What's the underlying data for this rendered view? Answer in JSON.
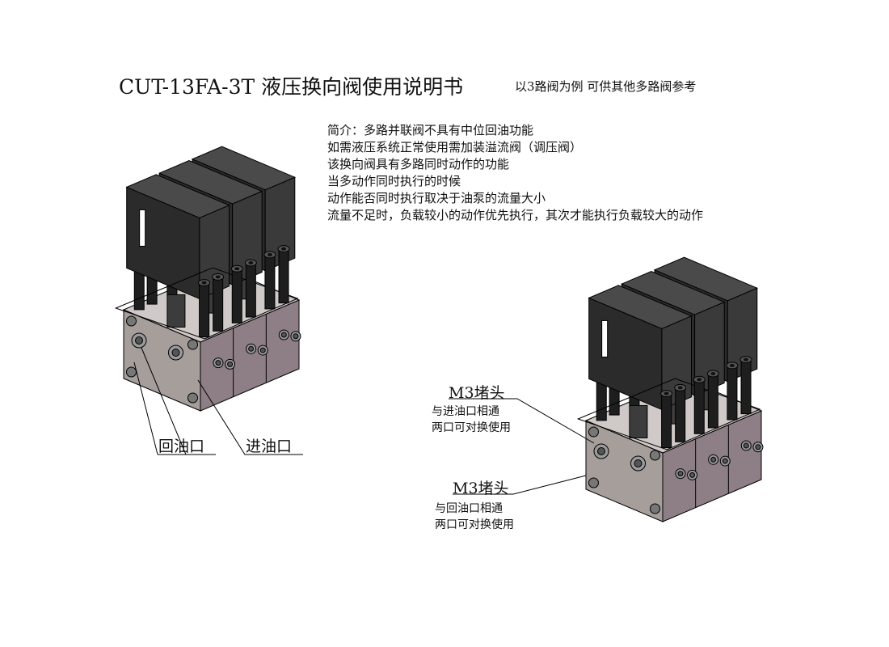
{
  "title": "CUT-13FA-3T 液压换向阀使用说明书",
  "subtitle": "以3路阀为例 可供其他多路阀参考",
  "intro": [
    "简介：多路并联阀不具有中位回油功能",
    "如需液压系统正常使用需加装溢流阀（调压阀）",
    "该换向阀具有多路同时动作的功能",
    "当多动作同时执行的时候",
    "动作能否同时执行取决于油泵的流量大小",
    "流量不足时，负载较小的动作优先执行，其次才能执行负载较大的动作"
  ],
  "left_view": {
    "return_port": "回油口",
    "inlet_port": "进油口"
  },
  "right_view": {
    "plug_top": {
      "label": "M3堵头",
      "note1": "与进油口相通",
      "note2": "两口可对换使用"
    },
    "plug_bottom": {
      "label": "M3堵头",
      "note1": "与回油口相通",
      "note2": "两口可对换使用"
    }
  },
  "colors": {
    "cap": "#2b2b2b",
    "block_left": "#a59e9b",
    "block_right": "#8e7f86",
    "bolt": "#1e1e1e"
  }
}
